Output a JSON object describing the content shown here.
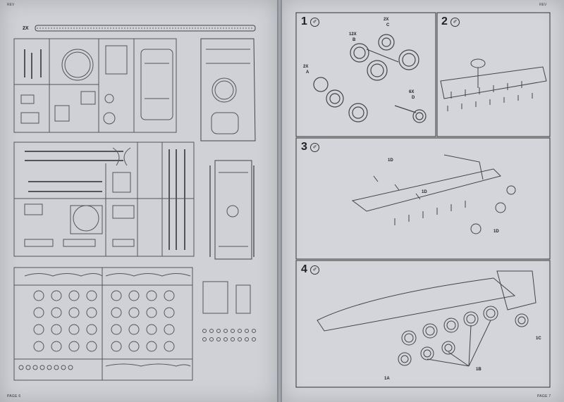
{
  "left_page": {
    "corner_mark": "REV",
    "folio": "PAGE 6",
    "track_label": "2X"
  },
  "right_page": {
    "corner_mark": "REV",
    "folio": "PAGE 7",
    "steps": [
      {
        "number": "1",
        "marks": [
          "2X",
          "12X",
          "2X",
          "6X"
        ],
        "sublabels": [
          "A",
          "B",
          "C",
          "D"
        ]
      },
      {
        "number": "2"
      },
      {
        "number": "3",
        "callouts": [
          "1D",
          "1D",
          "1D"
        ]
      },
      {
        "number": "4",
        "callouts": [
          "1A",
          "1B",
          "1C"
        ]
      }
    ]
  }
}
